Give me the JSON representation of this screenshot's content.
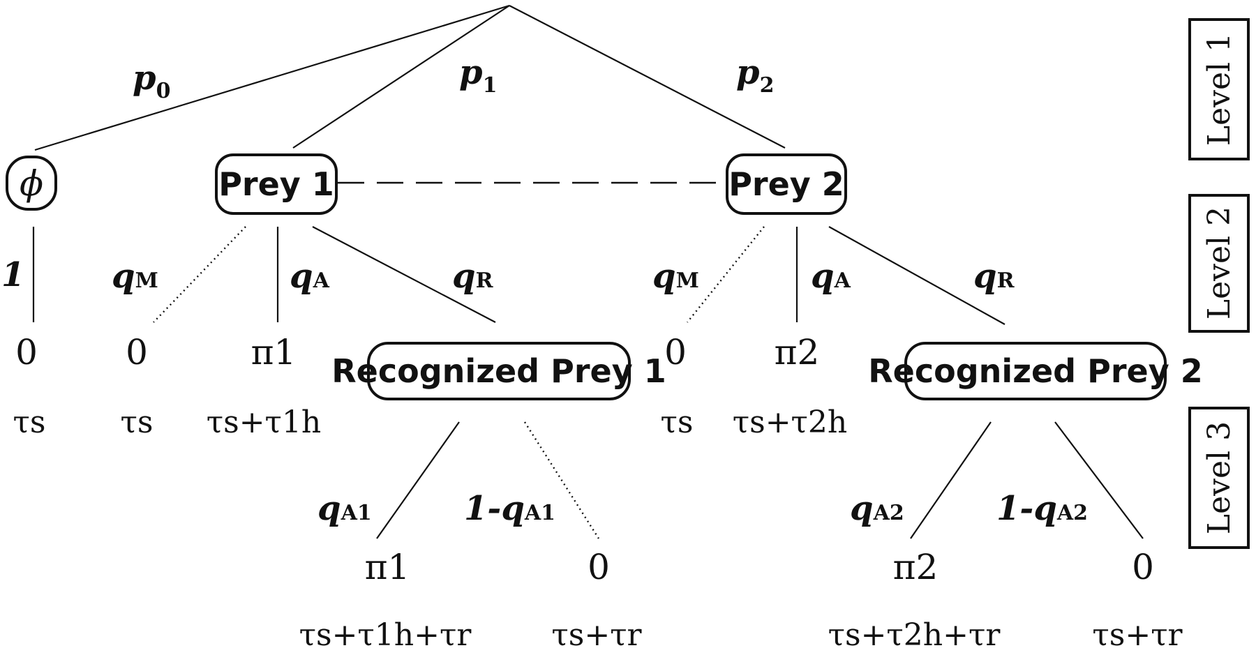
{
  "levels": [
    "Level 1",
    "Level 2",
    "Level 3"
  ],
  "nodes": {
    "empty": "ϕ",
    "prey1": "Prey 1",
    "prey2": "Prey 2",
    "recognized1": "Recognized Prey 1",
    "recognized2": "Recognized Prey 2"
  },
  "encounter_probs": {
    "p0_main": "p",
    "p0_sub": "0",
    "p1_main": "p",
    "p1_sub": "1",
    "p2_main": "p",
    "p2_sub": "2"
  },
  "empty_branch": {
    "prob": "1",
    "payoff": "0",
    "time": "τs"
  },
  "prey1_branches": {
    "miss_prob_main": "q",
    "miss_prob_sub": "M",
    "miss_payoff": "0",
    "miss_time": "τs",
    "attack_prob_main": "q",
    "attack_prob_sub": "A",
    "attack_payoff": "π1",
    "attack_time": "τs+τ1h",
    "recognize_prob_main": "q",
    "recognize_prob_sub": "R"
  },
  "prey2_branches": {
    "miss_prob_main": "q",
    "miss_prob_sub": "M",
    "miss_payoff": "0",
    "miss_time": "τs",
    "attack_prob_main": "q",
    "attack_prob_sub": "A",
    "attack_payoff": "π2",
    "attack_time": "τs+τ2h",
    "recognize_prob_main": "q",
    "recognize_prob_sub": "R"
  },
  "recognized1_branches": {
    "attack_prob_main": "q",
    "attack_prob_sub": "A1",
    "attack_payoff": "π1",
    "attack_time": "τs+τ1h+τr",
    "ignore_prob_main": "1-q",
    "ignore_prob_sub": "A1",
    "ignore_payoff": "0",
    "ignore_time": "τs+τr"
  },
  "recognized2_branches": {
    "attack_prob_main": "q",
    "attack_prob_sub": "A2",
    "attack_payoff": "π2",
    "attack_time": "τs+τ2h+τr",
    "ignore_prob_main": "1-q",
    "ignore_prob_sub": "A2",
    "ignore_payoff": "0",
    "ignore_time": "τs+τr"
  }
}
